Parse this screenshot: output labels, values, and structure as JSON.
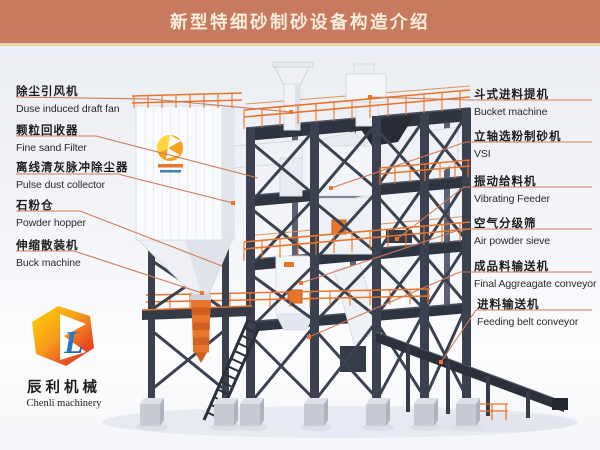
{
  "header": {
    "title": "新型特细砂制砂设备构造介绍"
  },
  "labels_left": [
    {
      "zh": "除尘引风机",
      "en": "Duse induced draft fan"
    },
    {
      "zh": "颗粒回收器",
      "en": "Fine sand Filter"
    },
    {
      "zh": "离线清灰脉冲除尘器",
      "en": "Pulse dust collector"
    },
    {
      "zh": "石粉仓",
      "en": "Powder hopper"
    },
    {
      "zh": "伸缩散装机",
      "en": "Buck machine"
    }
  ],
  "labels_right": [
    {
      "zh": "斗式进料提机",
      "en": "Bucket machine"
    },
    {
      "zh": "立轴选粉制砂机",
      "en": "VSI"
    },
    {
      "zh": "振动给料机",
      "en": "Vibrating Feeder"
    },
    {
      "zh": "空气分级筛",
      "en": "Air powder sieve"
    },
    {
      "zh": "成品料输送机",
      "en": "Final Aggreagate conveyor"
    },
    {
      "zh": "进料输送机",
      "en": "Feeding belt conveyor"
    }
  ],
  "logo": {
    "zh": "辰利机械",
    "en": "Chenli machinery"
  },
  "colors": {
    "header_bg": "#c87a5e",
    "header_text": "#f7eedd",
    "divider": "#eed3a8",
    "leader_line": "#cf7a58",
    "railing_orange": "#e8752c",
    "steel_dark": "#3b4150",
    "label_text": "#1c1c1c",
    "logo_yellow": "#ffd400",
    "logo_red": "#d92b1a",
    "logo_blue": "#1a6fc4"
  }
}
